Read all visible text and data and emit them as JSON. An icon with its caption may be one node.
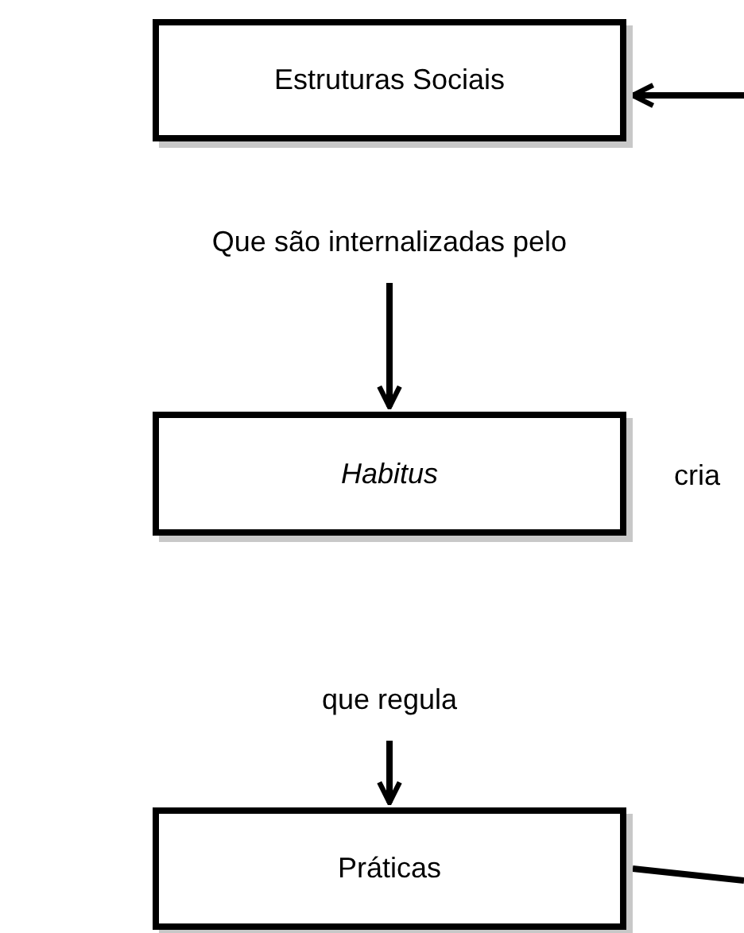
{
  "diagram": {
    "nodes": [
      {
        "text": [
          "Estruturas Sociais"
        ]
      },
      {
        "text": [
          "Que são internalizadas pelo"
        ]
      },
      {
        "text": [
          "Habitus"
        ],
        "beside": [
          "cria"
        ]
      },
      {
        "text": [
          "que regula"
        ]
      },
      {
        "text": [
          "Práticas"
        ]
      }
    ],
    "edges": [
      {
        "from": null,
        "to": 0,
        "arrow": "to"
      },
      {
        "from": 1,
        "to": 2,
        "arrow": "to"
      },
      {
        "from": 3,
        "to": 4,
        "arrow": "to"
      },
      {
        "from": 4,
        "to": null,
        "arrow": "none"
      }
    ]
  }
}
